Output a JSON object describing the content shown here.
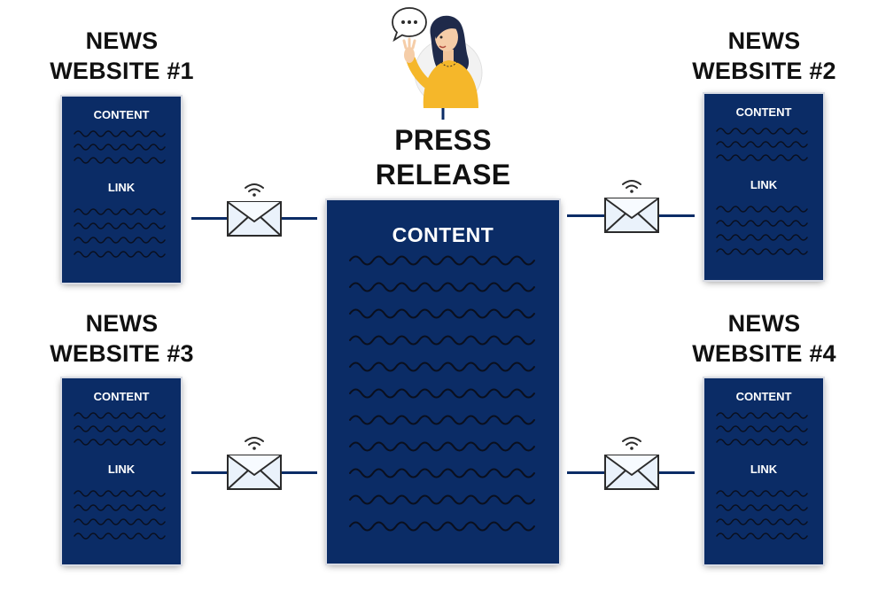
{
  "central": {
    "heading_line1": "PRESS",
    "heading_line2": "RELEASE",
    "content_label": "CONTENT"
  },
  "websites": [
    {
      "title_line1": "NEWS",
      "title_line2": "WEBSITE #1",
      "content_label": "CONTENT",
      "link_label": "LINK"
    },
    {
      "title_line1": "NEWS",
      "title_line2": "WEBSITE #2",
      "content_label": "CONTENT",
      "link_label": "LINK"
    },
    {
      "title_line1": "NEWS",
      "title_line2": "WEBSITE #3",
      "content_label": "CONTENT",
      "link_label": "LINK"
    },
    {
      "title_line1": "NEWS",
      "title_line2": "WEBSITE #4",
      "content_label": "CONTENT",
      "link_label": "LINK"
    }
  ],
  "icons": {
    "speech_bubble": "speech-bubble-icon",
    "envelope": "envelope-icon",
    "signal": "wifi-signal-icon",
    "person": "waving-woman-illustration"
  },
  "colors": {
    "document_fill": "#0b2c66",
    "connector": "#0b2c66",
    "text": "#111111",
    "document_text": "#ffffff",
    "envelope_fill": "#eaf2fb",
    "shirt": "#f5b72a",
    "hair": "#1f2a4a"
  }
}
